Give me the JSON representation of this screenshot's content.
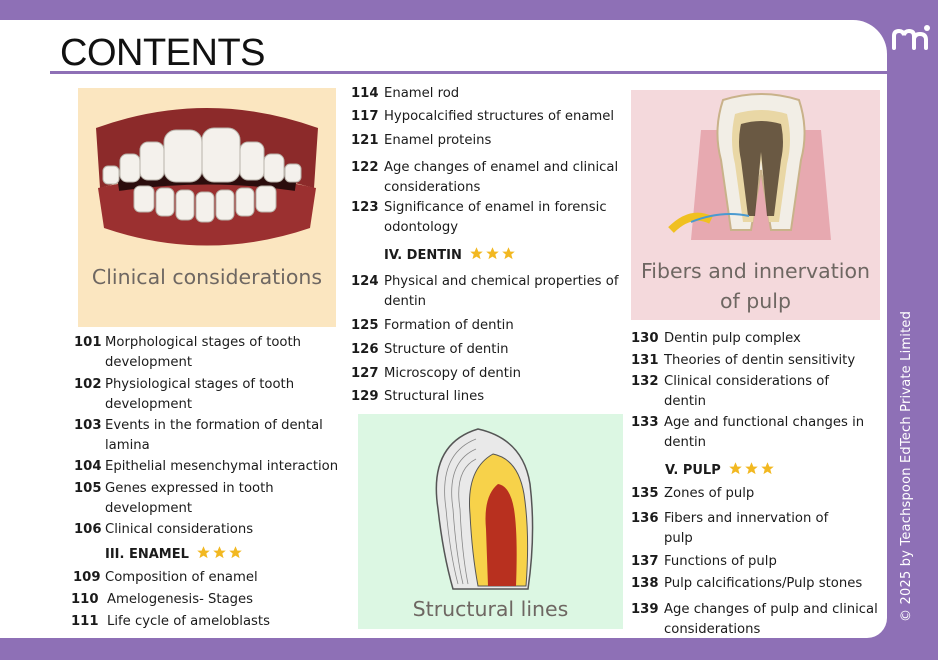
{
  "heading": "CONTENTS",
  "side_text": "© 2025 by Teachspoon EdTech Private Limited",
  "panels": {
    "clinical": "Clinical considerations",
    "fibers": "Fibers and innervation of pulp",
    "structural": "Structural lines"
  },
  "col1": [
    {
      "page": "101",
      "title": "Morphological stages of tooth development"
    },
    {
      "page": "102",
      "title": "Physiological stages of tooth development"
    },
    {
      "page": "103",
      "title": "Events in the formation of dental lamina"
    },
    {
      "page": "104",
      "title": "Epithelial mesenchymal interaction"
    },
    {
      "page": "105",
      "title": "Genes expressed in tooth development"
    },
    {
      "page": "106",
      "title": "Clinical considerations"
    }
  ],
  "section_enamel": "III. ENAMEL",
  "col1b": [
    {
      "page": "109",
      "title": "Composition of enamel"
    },
    {
      "page": "110",
      "title": "Amelogenesis- Stages"
    },
    {
      "page": "111",
      "title": "Life cycle of ameloblasts"
    }
  ],
  "col2": [
    {
      "page": "114",
      "title": "Enamel rod"
    },
    {
      "page": "117",
      "title": "Hypocalcified structures of enamel"
    },
    {
      "page": "121",
      "title": "Enamel proteins"
    },
    {
      "page": "122",
      "title": "Age changes of enamel and clinical considerations"
    },
    {
      "page": "123",
      "title": "Significance of enamel in forensic odontology"
    }
  ],
  "section_dentin": "IV. DENTIN",
  "col2b": [
    {
      "page": "124",
      "title": "Physical and chemical properties of dentin"
    },
    {
      "page": "125",
      "title": "Formation of dentin"
    },
    {
      "page": "126",
      "title": "Structure of dentin"
    },
    {
      "page": "127",
      "title": "Microscopy of dentin"
    },
    {
      "page": "129",
      "title": "Structural lines"
    }
  ],
  "col3": [
    {
      "page": "130",
      "title": "Dentin pulp complex"
    },
    {
      "page": "131",
      "title": "Theories of dentin sensitivity"
    },
    {
      "page": "132",
      "title": "Clinical considerations of dentin"
    },
    {
      "page": "133",
      "title": "Age and functional changes in dentin"
    }
  ],
  "section_pulp": "V. PULP",
  "col3b": [
    {
      "page": "135",
      "title": "Zones of pulp"
    },
    {
      "page": "136",
      "title": "Fibers and innervation of pulp"
    },
    {
      "page": "137",
      "title": "Functions of pulp"
    },
    {
      "page": "138",
      "title": "Pulp calcifications/Pulp stones"
    },
    {
      "page": "139",
      "title": "Age changes of pulp and clinical considerations"
    }
  ],
  "colors": {
    "purple": "#8e70b6",
    "star": "#f2b821"
  }
}
